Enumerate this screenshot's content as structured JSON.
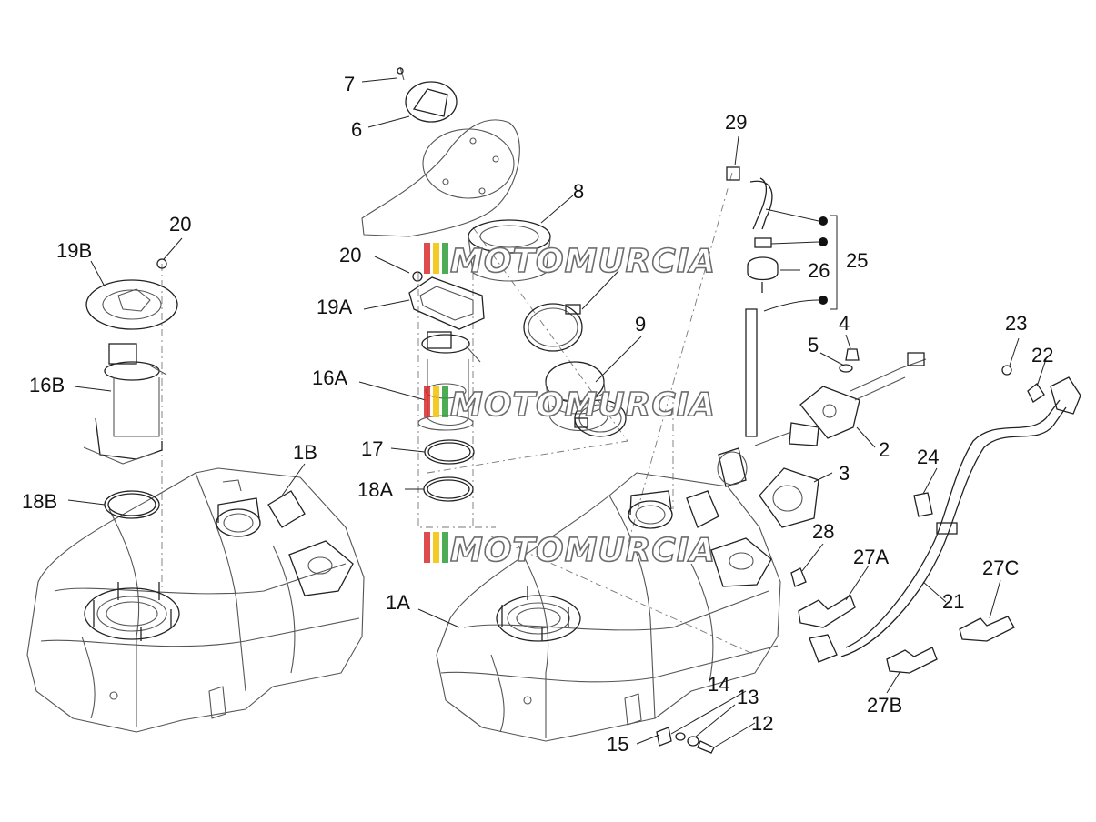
{
  "callouts": {
    "c1A": "1A",
    "c1B": "1B",
    "c2": "2",
    "c3": "3",
    "c4": "4",
    "c5": "5",
    "c6": "6",
    "c7": "7",
    "c8": "8",
    "c9": "9",
    "c12": "12",
    "c13": "13",
    "c14": "14",
    "c15": "15",
    "c16A": "16A",
    "c16B": "16B",
    "c17": "17",
    "c18A": "18A",
    "c18B": "18B",
    "c19A": "19A",
    "c19B": "19B",
    "c20a": "20",
    "c20b": "20",
    "c21": "21",
    "c22": "22",
    "c23": "23",
    "c24": "24",
    "c25": "25",
    "c26": "26",
    "c27A": "27A",
    "c27B": "27B",
    "c27C": "27C",
    "c28": "28",
    "c29": "29"
  },
  "watermark": {
    "text": "MOTOMURCIA",
    "stripe_colors": [
      "#d92b2b",
      "#f2c200",
      "#2f9e3a"
    ]
  }
}
